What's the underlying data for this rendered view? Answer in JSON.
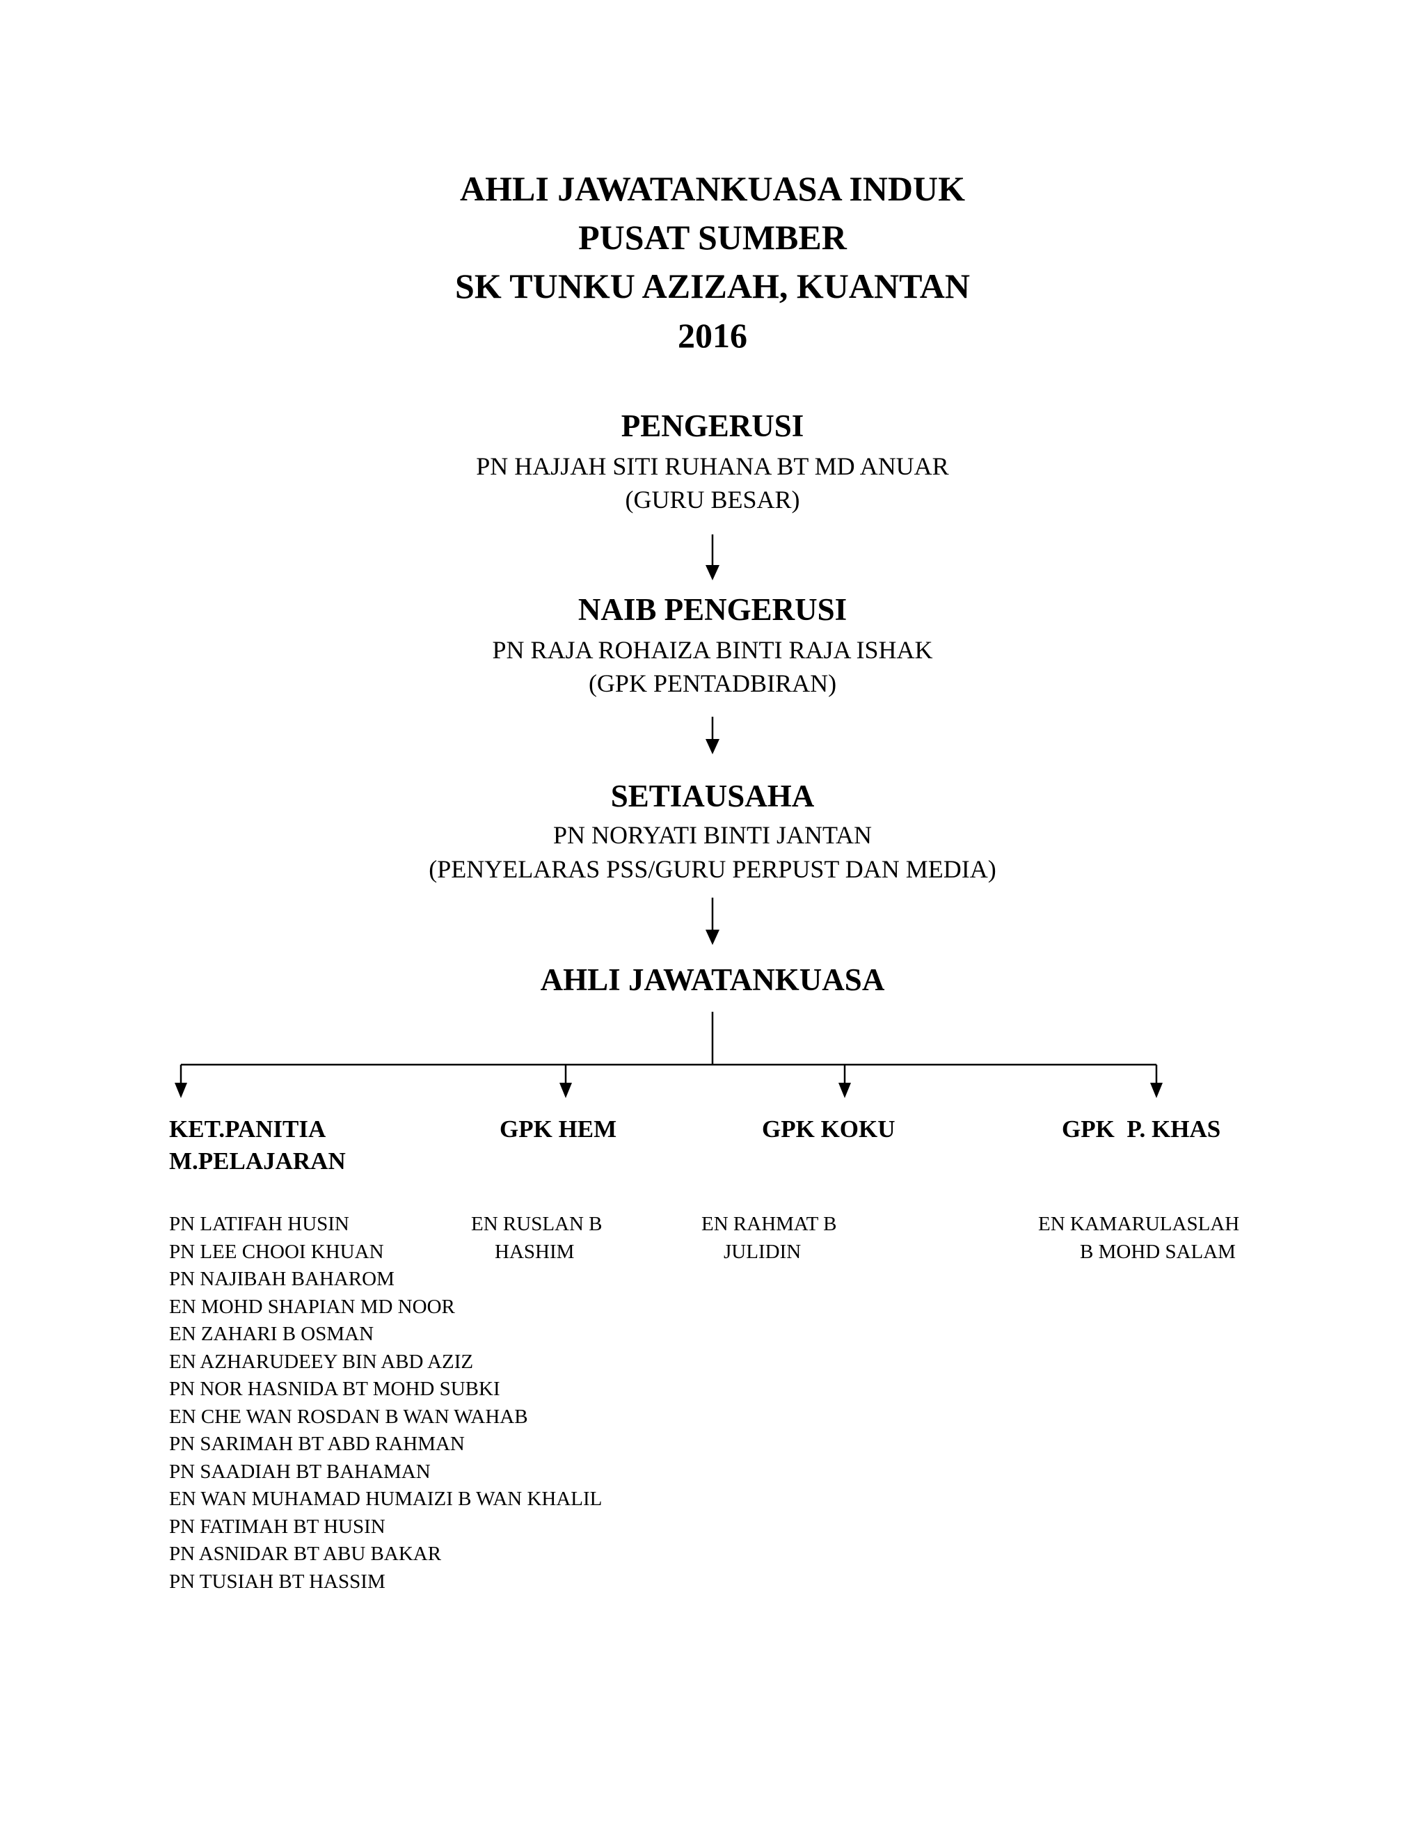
{
  "title": {
    "lines": [
      "AHLI JAWATANKUASA  INDUK",
      "PUSAT SUMBER",
      "SK TUNKU AZIZAH,  KUANTAN",
      "2016"
    ]
  },
  "chairman": {
    "heading": "PENGERUSI",
    "name": "PN HAJJAH SITI RUHANA BT MD ANUAR",
    "position": "(GURU BESAR)"
  },
  "vice_chairman": {
    "heading": "NAIB PENGERUSI",
    "name": "PN RAJA ROHAIZA BINTI RAJA ISHAK",
    "position": "(GPK PENTADBIRAN)"
  },
  "secretary": {
    "heading": "SETIAUSAHA",
    "name": "PN NORYATI BINTI JANTAN",
    "position": "(PENYELARAS PSS/GURU PERPUST DAN MEDIA)"
  },
  "committee": {
    "heading": "AHLI JAWATANKUASA"
  },
  "branches": [
    {
      "heading_lines": [
        "KET.PANITIA",
        "M.PELAJARAN"
      ],
      "members": [
        "PN LATIFAH HUSIN",
        "PN LEE CHOOI KHUAN",
        "PN NAJIBAH BAHAROM",
        "EN MOHD SHAPIAN MD NOOR",
        "EN ZAHARI B OSMAN",
        "EN AZHARUDEEY BIN ABD AZIZ",
        "PN NOR HASNIDA BT MOHD SUBKI",
        "EN CHE WAN ROSDAN B WAN WAHAB",
        "PN SARIMAH BT ABD RAHMAN",
        "PN SAADIAH BT BAHAMAN",
        "EN WAN MUHAMAD HUMAIZI B WAN KHALIL",
        "PN FATIMAH BT HUSIN",
        "PN ASNIDAR BT ABU BAKAR",
        "PN TUSIAH BT HASSIM"
      ]
    },
    {
      "heading_lines": [
        "GPK HEM"
      ],
      "members": [
        "EN RUSLAN B",
        "HASHIM"
      ]
    },
    {
      "heading_lines": [
        "GPK KOKU"
      ],
      "members": [
        "EN RAHMAT B",
        "JULIDIN"
      ]
    },
    {
      "heading_lines": [
        "GPK  P. KHAS"
      ],
      "members": [
        "EN KAMARULASLAH",
        "B MOHD SALAM"
      ]
    }
  ]
}
